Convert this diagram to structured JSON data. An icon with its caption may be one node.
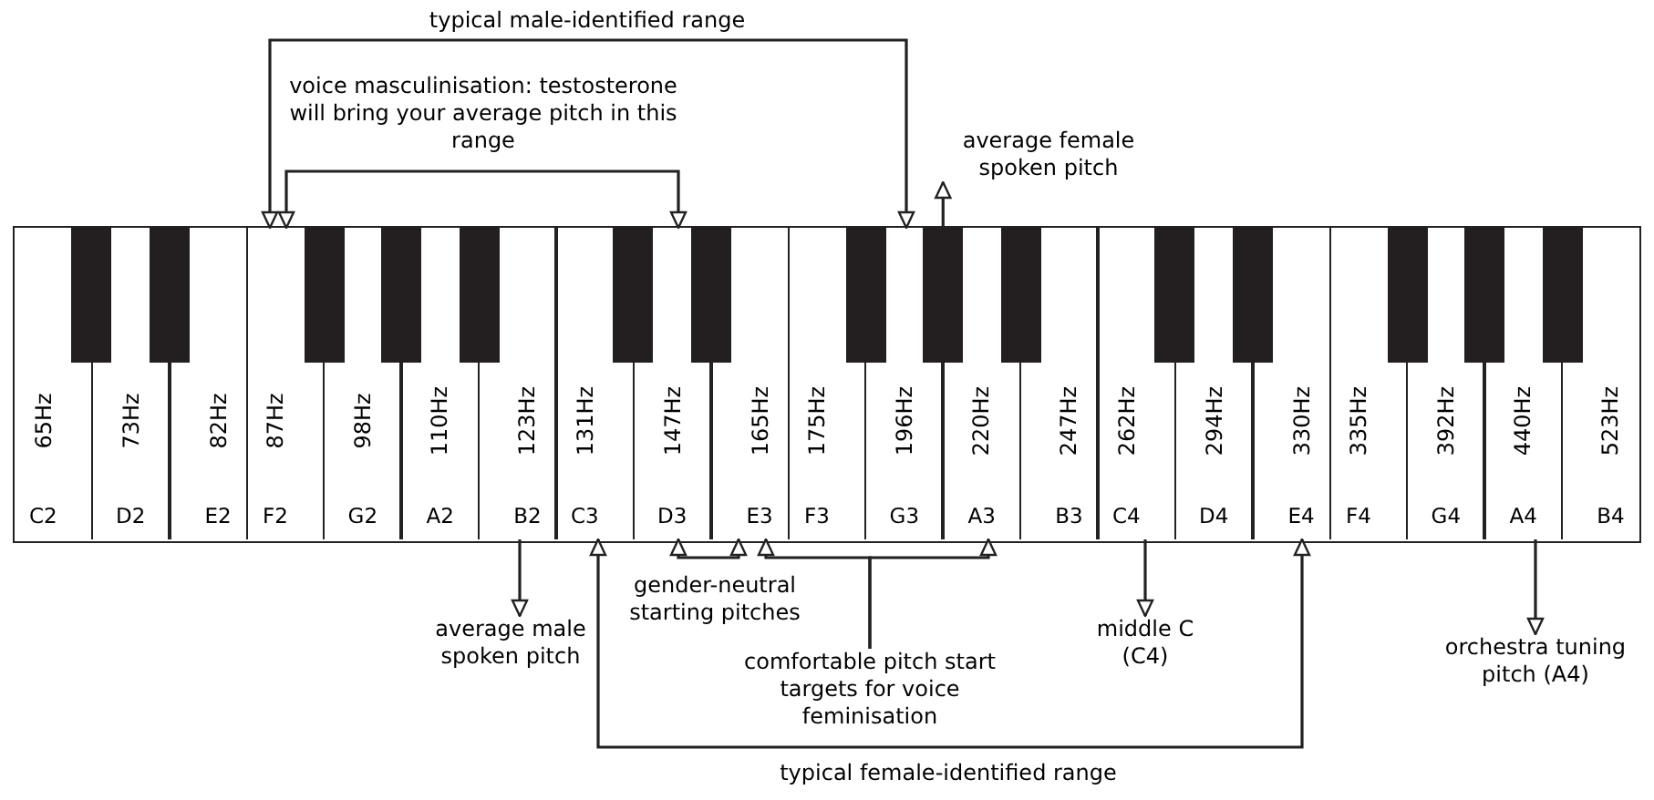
{
  "diagram": {
    "nodes": [
      {
        "text": [
          "65Hz",
          "C2"
        ]
      },
      {
        "text": [
          "73Hz",
          "D2"
        ]
      },
      {
        "text": [
          "82Hz",
          "E2"
        ]
      },
      {
        "text": [
          "87Hz",
          "F2"
        ]
      },
      {
        "text": [
          "98Hz",
          "G2"
        ]
      },
      {
        "text": [
          "110Hz",
          "A2"
        ]
      },
      {
        "text": [
          "123Hz",
          "B2"
        ]
      },
      {
        "text": [
          "131Hz",
          "C3"
        ]
      },
      {
        "text": [
          "147Hz",
          "D3"
        ]
      },
      {
        "text": [
          "165Hz",
          "E3"
        ]
      },
      {
        "text": [
          "175Hz",
          "F3"
        ]
      },
      {
        "text": [
          "196Hz",
          "G3"
        ]
      },
      {
        "text": [
          "220Hz",
          "A3"
        ]
      },
      {
        "text": [
          "247Hz",
          "B3"
        ]
      },
      {
        "text": [
          "262Hz",
          "C4"
        ]
      },
      {
        "text": [
          "294Hz",
          "D4"
        ]
      },
      {
        "text": [
          "330Hz",
          "E4"
        ]
      },
      {
        "text": [
          "335Hz",
          "F4"
        ]
      },
      {
        "text": [
          "392Hz",
          "G4"
        ]
      },
      {
        "text": [
          "440Hz",
          "A4"
        ]
      },
      {
        "text": [
          "523Hz",
          "B4"
        ]
      },
      {
        "text": [],
        "shape": "box"
      },
      {
        "text": [],
        "shape": "box"
      },
      {
        "text": [],
        "shape": "box"
      },
      {
        "text": [],
        "shape": "box"
      },
      {
        "text": [],
        "shape": "box"
      },
      {
        "text": [],
        "shape": "box"
      },
      {
        "text": [],
        "shape": "box"
      },
      {
        "text": [],
        "shape": "box"
      },
      {
        "text": [],
        "shape": "box"
      },
      {
        "text": [],
        "shape": "box"
      },
      {
        "text": [],
        "shape": "box"
      },
      {
        "text": [],
        "shape": "box"
      },
      {
        "text": [],
        "shape": "box"
      },
      {
        "text": [],
        "shape": "box"
      },
      {
        "text": [],
        "shape": "box"
      },
      {
        "text": [
          "average female spoken pitch"
        ]
      },
      {
        "text": [
          "average male spoken pitch"
        ]
      },
      {
        "text": [
          "comfortable pitch start targets for voice feminisation"
        ]
      },
      {
        "text": [
          "middle C (C4)"
        ]
      },
      {
        "text": [
          "orchestra tuning pitch (A4)"
        ]
      }
    ],
    "edges": [
      {
        "from": 3,
        "to": 11,
        "arrow": "both",
        "label": "typical male-identified range"
      },
      {
        "from": 3,
        "to": 8,
        "arrow": "both",
        "label": "voice masculinisation: testosterone will bring your average pitch in this range"
      },
      {
        "from": 29,
        "to": 36,
        "arrow": "to"
      },
      {
        "from": 6,
        "to": 37,
        "arrow": "to"
      },
      {
        "from": 8,
        "to": 9,
        "arrow": "both",
        "label": "gender-neutral starting pitches"
      },
      {
        "from": 38,
        "to": 9,
        "arrow": "to"
      },
      {
        "from": 38,
        "to": 12,
        "arrow": "to"
      },
      {
        "from": 14,
        "to": 39,
        "arrow": "to"
      },
      {
        "from": 19,
        "to": 40,
        "arrow": "to"
      },
      {
        "from": 7,
        "to": 16,
        "arrow": "both",
        "label": "typical female-identified range"
      }
    ]
  }
}
